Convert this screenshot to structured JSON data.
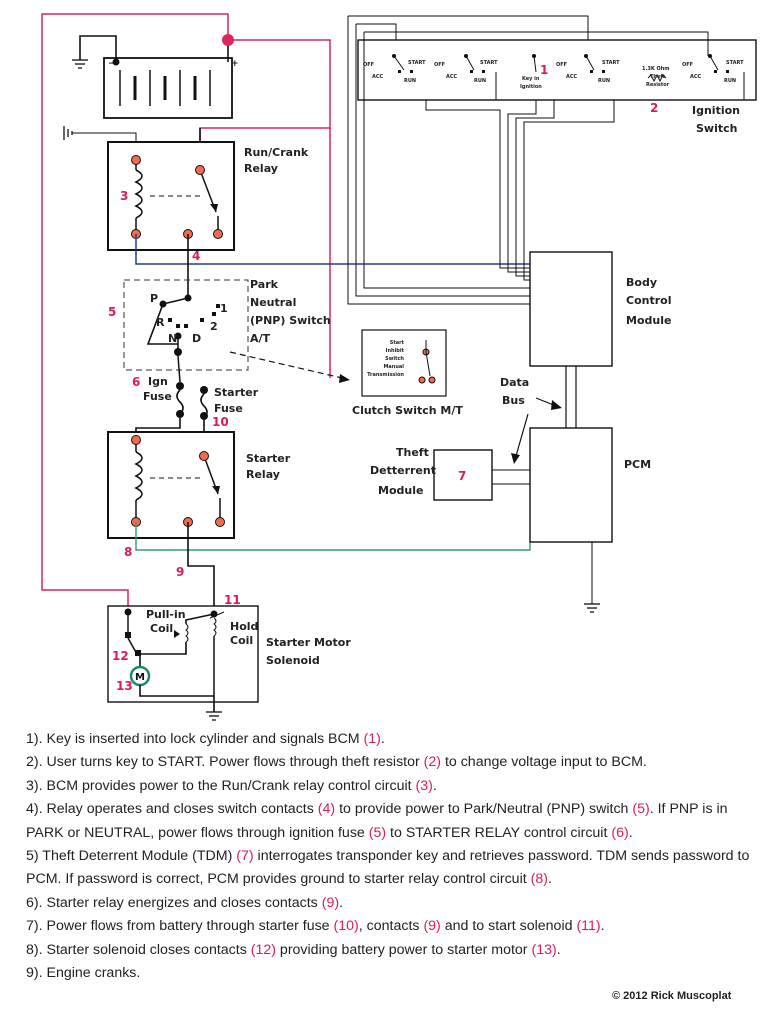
{
  "labels": {
    "run_crank_relay": [
      "Run/Crank",
      "Relay"
    ],
    "ignition_switch": [
      "Ignition",
      "Switch"
    ],
    "pnp_switch": [
      "Park",
      "Neutral",
      "(PNP) Switch",
      "A/T"
    ],
    "clutch_switch": "Clutch Switch M/T",
    "clutch_inner": [
      "Start",
      "Inhibit",
      "Switch",
      "Manual",
      "Transmission"
    ],
    "bcm": [
      "Body",
      "Control",
      "Module"
    ],
    "data_bus": [
      "Data",
      "Bus"
    ],
    "pcm": "PCM",
    "tdm": [
      "Theft",
      "Detterrent",
      "Module"
    ],
    "ign_fuse": [
      "Ign",
      "Fuse"
    ],
    "starter_fuse": [
      "Starter",
      "Fuse"
    ],
    "starter_relay": [
      "Starter",
      "Relay"
    ],
    "starter_solenoid": [
      "Starter Motor",
      "Solenoid"
    ],
    "pull_in_coil": [
      "Pull-in",
      "Coil"
    ],
    "hold_coil": [
      "Hold",
      "Coil"
    ],
    "motor": "M",
    "gear_p": "P",
    "gear_r": "R",
    "gear_n": "N",
    "gear_d": "D",
    "gear_1": "1",
    "gear_2": "2",
    "sw_off": "OFF",
    "sw_acc": "ACC",
    "sw_start": "START",
    "sw_run": "RUN",
    "key_in": [
      "Key in",
      "Ignition"
    ],
    "theft_resistor": [
      "1.3K Ohm",
      "Theft",
      "Resistor"
    ]
  },
  "callouts": {
    "n1": "1",
    "n2": "2",
    "n3": "3",
    "n4": "4",
    "n5": "5",
    "n6": "6",
    "n7": "7",
    "n8": "8",
    "n9": "9",
    "n10": "10",
    "n11": "11",
    "n12": "12",
    "n13": "13"
  },
  "steps": [
    [
      {
        "t": "1). Key is inserted into lock cylinder and signals BCM "
      },
      {
        "t": "(1)",
        "hl": true
      },
      {
        "t": "."
      }
    ],
    [
      {
        "t": "2). User turns key to START. Power flows through theft resistor "
      },
      {
        "t": "(2)",
        "hl": true
      },
      {
        "t": " to change voltage input to BCM."
      }
    ],
    [
      {
        "t": "3). BCM provides power to the Run/Crank relay control circuit "
      },
      {
        "t": "(3)",
        "hl": true
      },
      {
        "t": "."
      }
    ],
    [
      {
        "t": "4). Relay operates and closes switch contacts "
      },
      {
        "t": "(4)",
        "hl": true
      },
      {
        "t": " to provide power to Park/Neutral (PNP) switch "
      },
      {
        "t": "(5)",
        "hl": true
      },
      {
        "t": ". If PNP is in PARK or NEUTRAL, power flows through ignition fuse "
      },
      {
        "t": "(5)",
        "hl": true
      },
      {
        "t": " to STARTER RELAY control circuit "
      },
      {
        "t": "(6)",
        "hl": true
      },
      {
        "t": "."
      }
    ],
    [
      {
        "t": "5) Theft Deterrent Module (TDM) "
      },
      {
        "t": "(7)",
        "hl": true
      },
      {
        "t": " interrogates transponder key and retrieves password. TDM sends password to PCM. If password is correct, PCM provides ground to starter relay control circuit "
      },
      {
        "t": "(8)",
        "hl": true
      },
      {
        "t": "."
      }
    ],
    [
      {
        "t": "6). Starter relay energizes and closes contacts "
      },
      {
        "t": "(9)",
        "hl": true
      },
      {
        "t": "."
      }
    ],
    [
      {
        "t": "7). Power flows from battery through starter fuse "
      },
      {
        "t": "(10)",
        "hl": true
      },
      {
        "t": ", contacts "
      },
      {
        "t": "(9)",
        "hl": true
      },
      {
        "t": " and to start solenoid "
      },
      {
        "t": "(11)",
        "hl": true
      },
      {
        "t": "."
      }
    ],
    [
      {
        "t": "8). Starter solenoid closes contacts "
      },
      {
        "t": "(12)",
        "hl": true
      },
      {
        "t": " providing battery power to starter motor "
      },
      {
        "t": "(13)",
        "hl": true
      },
      {
        "t": "."
      }
    ],
    [
      {
        "t": "9). Engine cranks."
      }
    ]
  ],
  "copyright": "© 2012 Rick Muscoplat",
  "colors": {
    "accent": "#d81b60",
    "battery_wire": "#e0245e",
    "blue_wire": "#1f3f9e",
    "green_wire": "#3a9b6a",
    "terminal": "#f26b4f"
  }
}
